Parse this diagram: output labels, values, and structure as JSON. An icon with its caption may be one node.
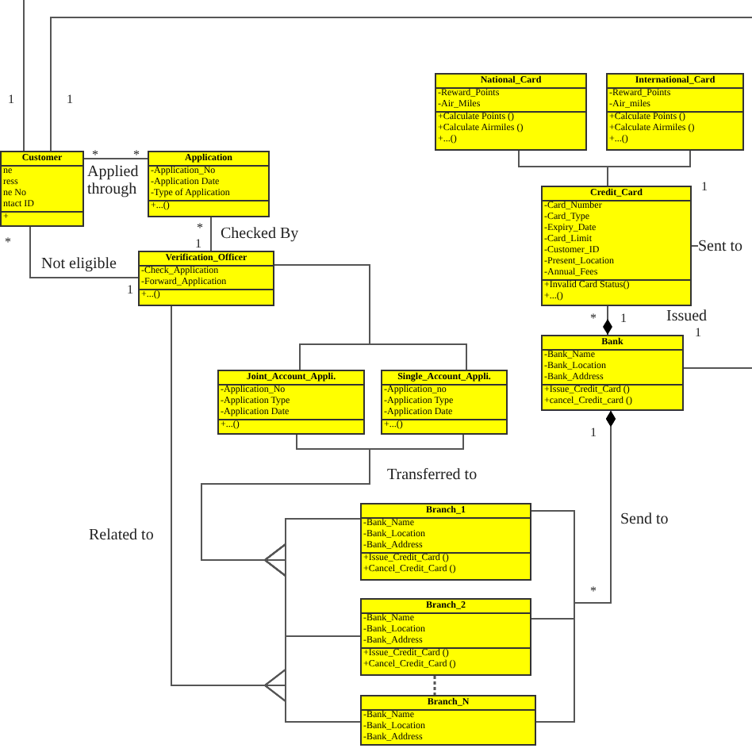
{
  "diagram": {
    "nodes": [
      {
        "text": [
          "Customer",
          "ne",
          "ress",
          "ne No",
          "ntact ID",
          "+"
        ]
      },
      {
        "text": [
          "Application",
          "-Application_No",
          "-Application Date",
          "-Type of Application",
          "+...()"
        ]
      },
      {
        "text": [
          "National_Card",
          "-Reward_Points",
          "-Air_Miles",
          "+Calculate Points ()",
          "+Calculate Airmiles ()",
          "+...()"
        ]
      },
      {
        "text": [
          "International_Card",
          "-Reward_Points",
          "-Air_miles",
          "+Calculate Points ()",
          "+Calculate Airmiles ()",
          "+...()"
        ]
      },
      {
        "text": [
          "Credit_Card",
          "-Card_Number",
          "-Card_Type",
          "-Expiry_Date",
          "-Card_Limit",
          "-Customer_ID",
          "-Present_Location",
          "-Annual_Fees",
          "+Invalid Card Status()",
          "+...()"
        ]
      },
      {
        "text": [
          "Verification_Officer",
          "-Check_Application",
          "-Forward_Application",
          "+...()"
        ]
      },
      {
        "text": [
          "Bank",
          "-Bank_Name",
          "-Bank_Location",
          "-Bank_Address",
          "+Issue_Credit_Card ()",
          "+cancel_Credit_card ()"
        ]
      },
      {
        "text": [
          "Joint_Account_Appli.",
          "-Application_No",
          "-Application Type",
          "-Application Date",
          "+...()"
        ]
      },
      {
        "text": [
          "Single_Account_Appli.",
          "-Application_no",
          "-Application Type",
          "-Application Date",
          "+...()"
        ]
      },
      {
        "text": [
          "Branch_1",
          "-Bank_Name",
          "-Bank_Location",
          "-Bank_Address",
          "+Issue_Credit_Card ()",
          "+Cancel_Credit_Card ()"
        ]
      },
      {
        "text": [
          "Branch_2",
          "-Bank_Name",
          "-Bank_Location",
          "-Bank_Address",
          "+Issue_Credit_Card ()",
          "+Cancel_Credit_Card ()"
        ]
      },
      {
        "text": [
          "Branch_N",
          "-Bank_Name",
          "-Bank_Location",
          "-Bank_Address"
        ]
      }
    ],
    "edges": [
      {
        "from": 0,
        "to": 1,
        "arrow": "none",
        "label": "Applied through"
      },
      {
        "from": 1,
        "to": 5,
        "arrow": "none",
        "label": "Checked By"
      },
      {
        "from": 0,
        "to": 5,
        "arrow": "none",
        "label": "Not eligible"
      },
      {
        "from": 0,
        "to": null,
        "arrow": "none"
      },
      {
        "from": 0,
        "to": null,
        "arrow": "none"
      },
      {
        "from": 2,
        "to": 4,
        "arrow": "none"
      },
      {
        "from": 3,
        "to": 4,
        "arrow": "none"
      },
      {
        "from": 4,
        "to": null,
        "arrow": "none",
        "label": "Sent to"
      },
      {
        "from": 4,
        "to": 6,
        "arrow": "other",
        "label": "Issued"
      },
      {
        "from": 6,
        "to": null,
        "arrow": "none"
      },
      {
        "from": 5,
        "to": 7,
        "arrow": "none"
      },
      {
        "from": 5,
        "to": 8,
        "arrow": "none"
      },
      {
        "from": 6,
        "to": 9,
        "arrow": "other",
        "label": "Send to"
      },
      {
        "from": 6,
        "to": 10,
        "arrow": "other"
      },
      {
        "from": 6,
        "to": 11,
        "arrow": "other"
      },
      {
        "from": 9,
        "to": 7,
        "arrow": "to",
        "label": "Transferred to"
      },
      {
        "from": 10,
        "to": 7,
        "arrow": "to"
      },
      {
        "from": 11,
        "to": 7,
        "arrow": "to"
      },
      {
        "from": 9,
        "to": 8,
        "arrow": "to"
      },
      {
        "from": 10,
        "to": 8,
        "arrow": "to"
      },
      {
        "from": 11,
        "to": 8,
        "arrow": "to"
      },
      {
        "from": 9,
        "to": 5,
        "arrow": "to",
        "label": "Related to"
      },
      {
        "from": 10,
        "to": 5,
        "arrow": "to"
      },
      {
        "from": 11,
        "to": 5,
        "arrow": "to"
      },
      {
        "from": 10,
        "to": 11,
        "arrow": "none",
        "style": "dashed"
      }
    ],
    "labels": [
      "1",
      "1",
      "*",
      "*",
      "1",
      "*",
      "*",
      "1",
      "1",
      "*",
      "1",
      "1",
      "1",
      "*"
    ]
  }
}
